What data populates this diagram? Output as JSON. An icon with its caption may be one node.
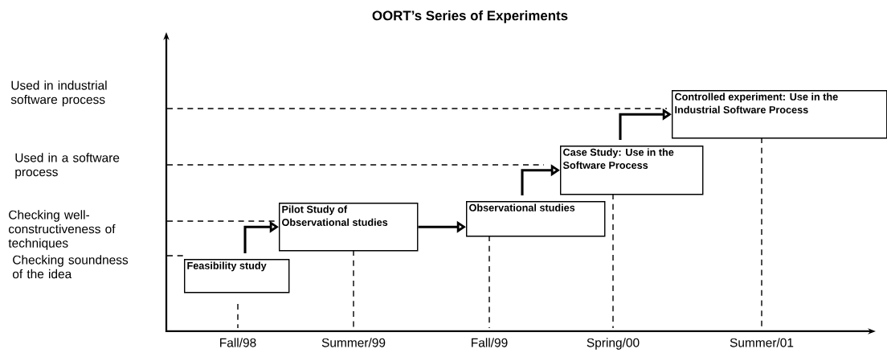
{
  "diagram": {
    "title": "OORT’s Series of Experiments",
    "nodes": [
      {
        "text": [
          "Feasibility study"
        ]
      },
      {
        "text": [
          "Pilot Study of Observational studies"
        ]
      },
      {
        "text": [
          "Observational studies"
        ]
      },
      {
        "text": [
          "Case Study: Use in the Software Process"
        ]
      },
      {
        "text": [
          "Controlled experiment: Use in the Industrial Software Process"
        ]
      }
    ],
    "edges": [
      {
        "from": 0,
        "to": 1,
        "arrow": "to"
      },
      {
        "from": 1,
        "to": 2,
        "arrow": "to"
      },
      {
        "from": 2,
        "to": 3,
        "arrow": "to"
      },
      {
        "from": 3,
        "to": 4,
        "arrow": "to"
      }
    ],
    "labels": [
      "Used in industrial software process",
      "Used in a software process",
      "Checking well-constructiveness of techniques",
      "Checking soundness of the idea",
      "Fall/98",
      "Summer/99",
      "Fall/99",
      "Spring/00",
      "Summer/01"
    ]
  }
}
